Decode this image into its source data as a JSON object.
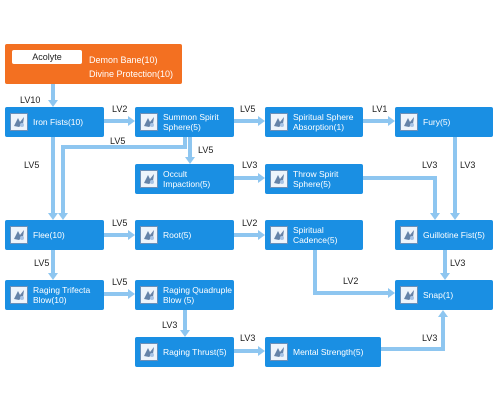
{
  "root": {
    "label": "Acolyte",
    "requirements": [
      "Demon Bane(10)",
      "Divine Protection(10)"
    ]
  },
  "nodes": [
    {
      "id": "iron-fists",
      "label": "Iron Fists(10)",
      "icon": "fist-icon"
    },
    {
      "id": "summon-spirit-sphere",
      "label": "Summon Spirit\nSphere(5)",
      "icon": "spirit-sphere-icon"
    },
    {
      "id": "spiritual-sphere-absorption",
      "label": "Spiritual Sphere\nAbsorption(1)",
      "icon": "absorption-icon"
    },
    {
      "id": "fury",
      "label": "Fury(5)",
      "icon": "fury-icon"
    },
    {
      "id": "occult-impaction",
      "label": "Occult\nImpaction(5)",
      "icon": "occult-icon"
    },
    {
      "id": "throw-spirit-sphere",
      "label": "Throw Spirit\nSphere(5)",
      "icon": "throw-sphere-icon"
    },
    {
      "id": "flee",
      "label": "Flee(10)",
      "icon": "flee-icon"
    },
    {
      "id": "root",
      "label": "Root(5)",
      "icon": "root-icon"
    },
    {
      "id": "spiritual-cadence",
      "label": "Spiritual\nCadence(5)",
      "icon": "cadence-icon"
    },
    {
      "id": "guillotine-fist",
      "label": "Guillotine Fist(5)",
      "icon": "guillotine-icon"
    },
    {
      "id": "raging-trifecta-blow",
      "label": "Raging Trifecta\nBlow(10)",
      "icon": "trifecta-icon"
    },
    {
      "id": "raging-quadruple-blow",
      "label": "Raging Quadruple\nBlow (5)",
      "icon": "quadruple-icon"
    },
    {
      "id": "snap",
      "label": "Snap(1)",
      "icon": "snap-icon"
    },
    {
      "id": "raging-thrust",
      "label": "Raging Thrust(5)",
      "icon": "thrust-icon"
    },
    {
      "id": "mental-strength",
      "label": "Mental Strength(5)",
      "icon": "mental-icon"
    }
  ],
  "levels": [
    {
      "id": "acolyte-to-iron-fists",
      "text": "LV10"
    },
    {
      "id": "iron-fists-to-summon",
      "text": "LV2"
    },
    {
      "id": "summon-to-absorption",
      "text": "LV5"
    },
    {
      "id": "absorption-to-fury",
      "text": "LV1"
    },
    {
      "id": "iron-fists-to-flee",
      "text": "LV5"
    },
    {
      "id": "summon-to-flee",
      "text": "LV5"
    },
    {
      "id": "summon-to-occult",
      "text": "LV5"
    },
    {
      "id": "occult-to-throw",
      "text": "LV3"
    },
    {
      "id": "throw-to-guillotine",
      "text": "LV3"
    },
    {
      "id": "fury-to-guillotine",
      "text": "LV3"
    },
    {
      "id": "flee-to-root",
      "text": "LV5"
    },
    {
      "id": "root-to-cadence",
      "text": "LV2"
    },
    {
      "id": "flee-to-trifecta",
      "text": "LV5"
    },
    {
      "id": "cadence-to-snap",
      "text": "LV2"
    },
    {
      "id": "guillotine-to-snap",
      "text": "LV3"
    },
    {
      "id": "trifecta-to-quadruple",
      "text": "LV5"
    },
    {
      "id": "quadruple-to-thrust",
      "text": "LV3"
    },
    {
      "id": "thrust-to-mental",
      "text": "LV3"
    },
    {
      "id": "mental-to-snap",
      "text": "LV3"
    }
  ],
  "colors": {
    "root_bg": "#f37021",
    "node_bg": "#1a8fe3",
    "arrow": "#8ec6f0"
  }
}
